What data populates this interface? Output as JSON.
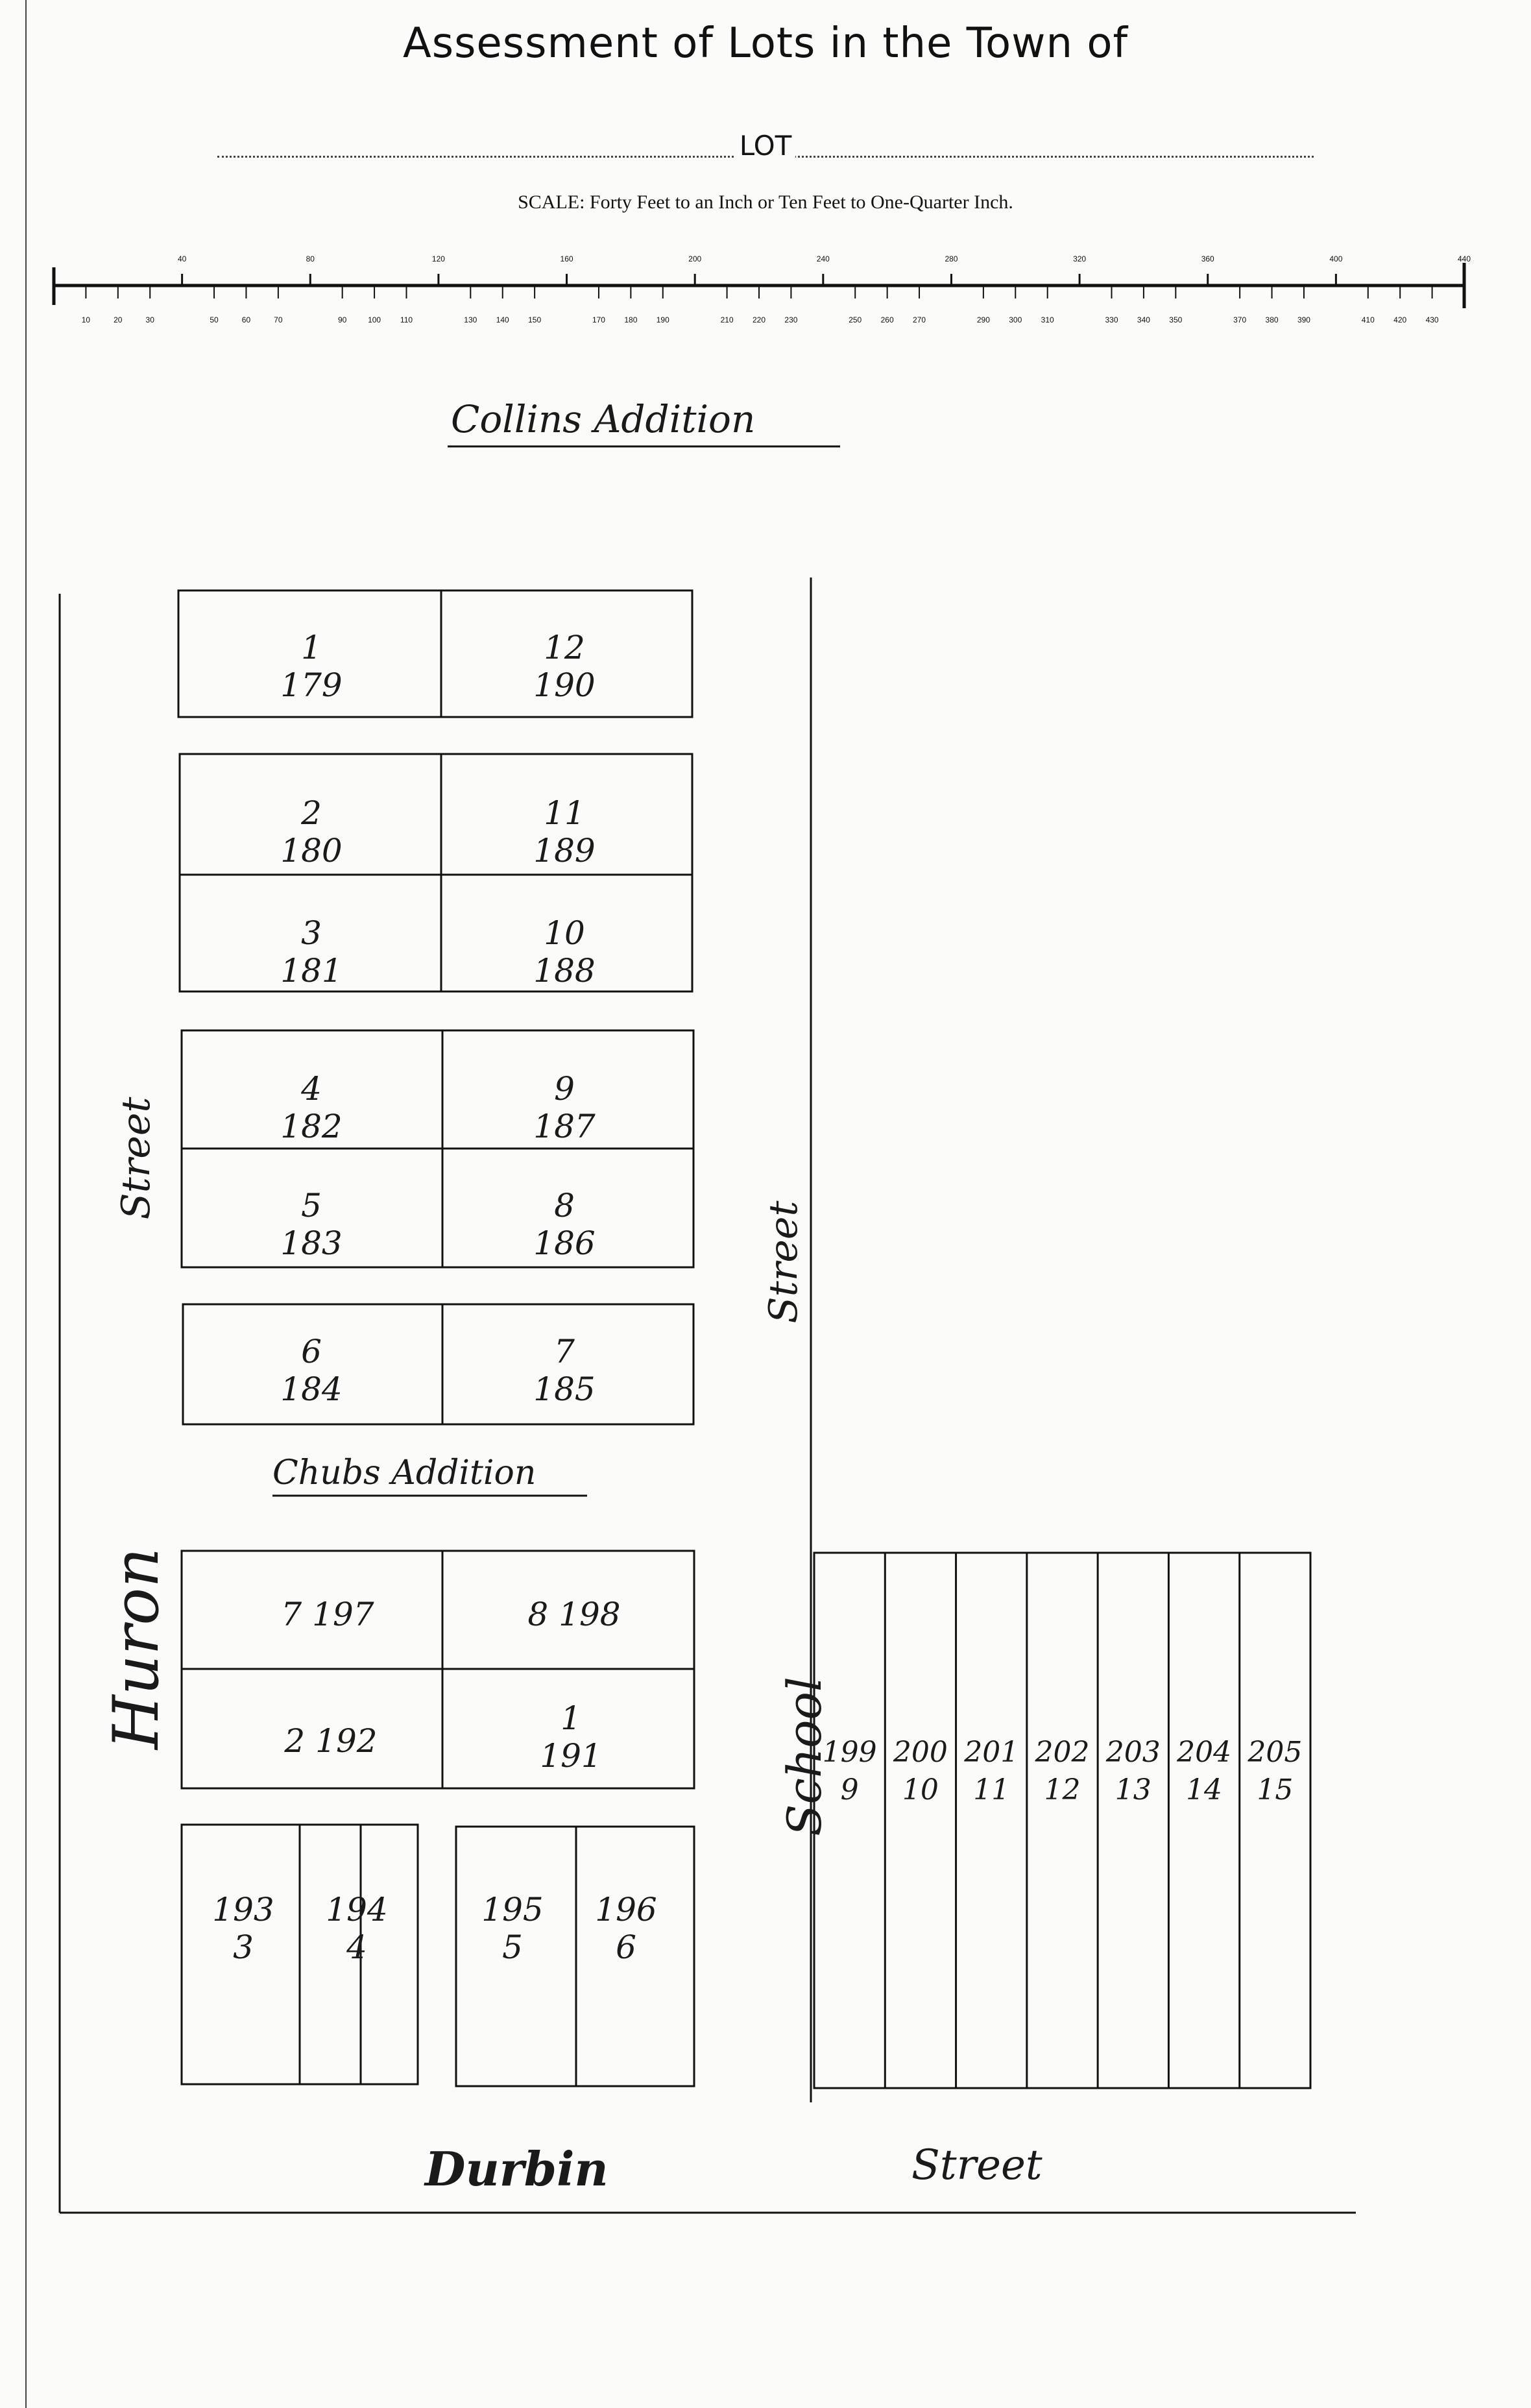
{
  "header": {
    "title": "Assessment of Lots in the Town of",
    "lot_label": "LOT",
    "scale_text": "SCALE:  Forty Feet to an Inch or Ten Feet to One-Quarter Inch."
  },
  "ruler": {
    "max": 440,
    "major_labels": [
      "40",
      "80",
      "120",
      "160",
      "200",
      "240",
      "280",
      "320",
      "360",
      "400",
      "440"
    ],
    "minor_labels": [
      "10",
      "20",
      "30",
      "50",
      "60",
      "70",
      "90",
      "100",
      "110",
      "130",
      "140",
      "150",
      "170",
      "180",
      "190",
      "210",
      "220",
      "230",
      "250",
      "260",
      "270",
      "290",
      "300",
      "310",
      "330",
      "340",
      "350",
      "370",
      "380",
      "390",
      "410",
      "420",
      "430"
    ]
  },
  "additions": {
    "collins": "Collins Addition",
    "chubs": "Chubs Addition"
  },
  "streets": {
    "huron_name": "Huron",
    "huron_suffix": "Street",
    "school_name": "School",
    "school_suffix": "Street",
    "durbin_name": "Durbin",
    "durbin_suffix": "Street"
  },
  "lots": {
    "collins": [
      {
        "lot": "1",
        "assessment": "179"
      },
      {
        "lot": "12",
        "assessment": "190"
      },
      {
        "lot": "2",
        "assessment": "180"
      },
      {
        "lot": "11",
        "assessment": "189"
      },
      {
        "lot": "3",
        "assessment": "181"
      },
      {
        "lot": "10",
        "assessment": "188"
      },
      {
        "lot": "4",
        "assessment": "182"
      },
      {
        "lot": "9",
        "assessment": "187"
      },
      {
        "lot": "5",
        "assessment": "183"
      },
      {
        "lot": "8",
        "assessment": "186"
      },
      {
        "lot": "6",
        "assessment": "184"
      },
      {
        "lot": "7",
        "assessment": "185"
      }
    ],
    "chubs": [
      {
        "label": "7 197"
      },
      {
        "label": "8 198"
      },
      {
        "label": "2 192"
      },
      {
        "lot": "1",
        "assessment": "191"
      }
    ],
    "lower": [
      {
        "assessment": "193",
        "lot": "3"
      },
      {
        "assessment": "194",
        "lot": "4"
      },
      {
        "assessment": "195",
        "lot": "5"
      },
      {
        "assessment": "196",
        "lot": "6"
      }
    ],
    "school_street": [
      {
        "assessment": "199",
        "lot": "9"
      },
      {
        "assessment": "200",
        "lot": "10"
      },
      {
        "assessment": "201",
        "lot": "11"
      },
      {
        "assessment": "202",
        "lot": "12"
      },
      {
        "assessment": "203",
        "lot": "13"
      },
      {
        "assessment": "204",
        "lot": "14"
      },
      {
        "assessment": "205",
        "lot": "15"
      }
    ]
  }
}
